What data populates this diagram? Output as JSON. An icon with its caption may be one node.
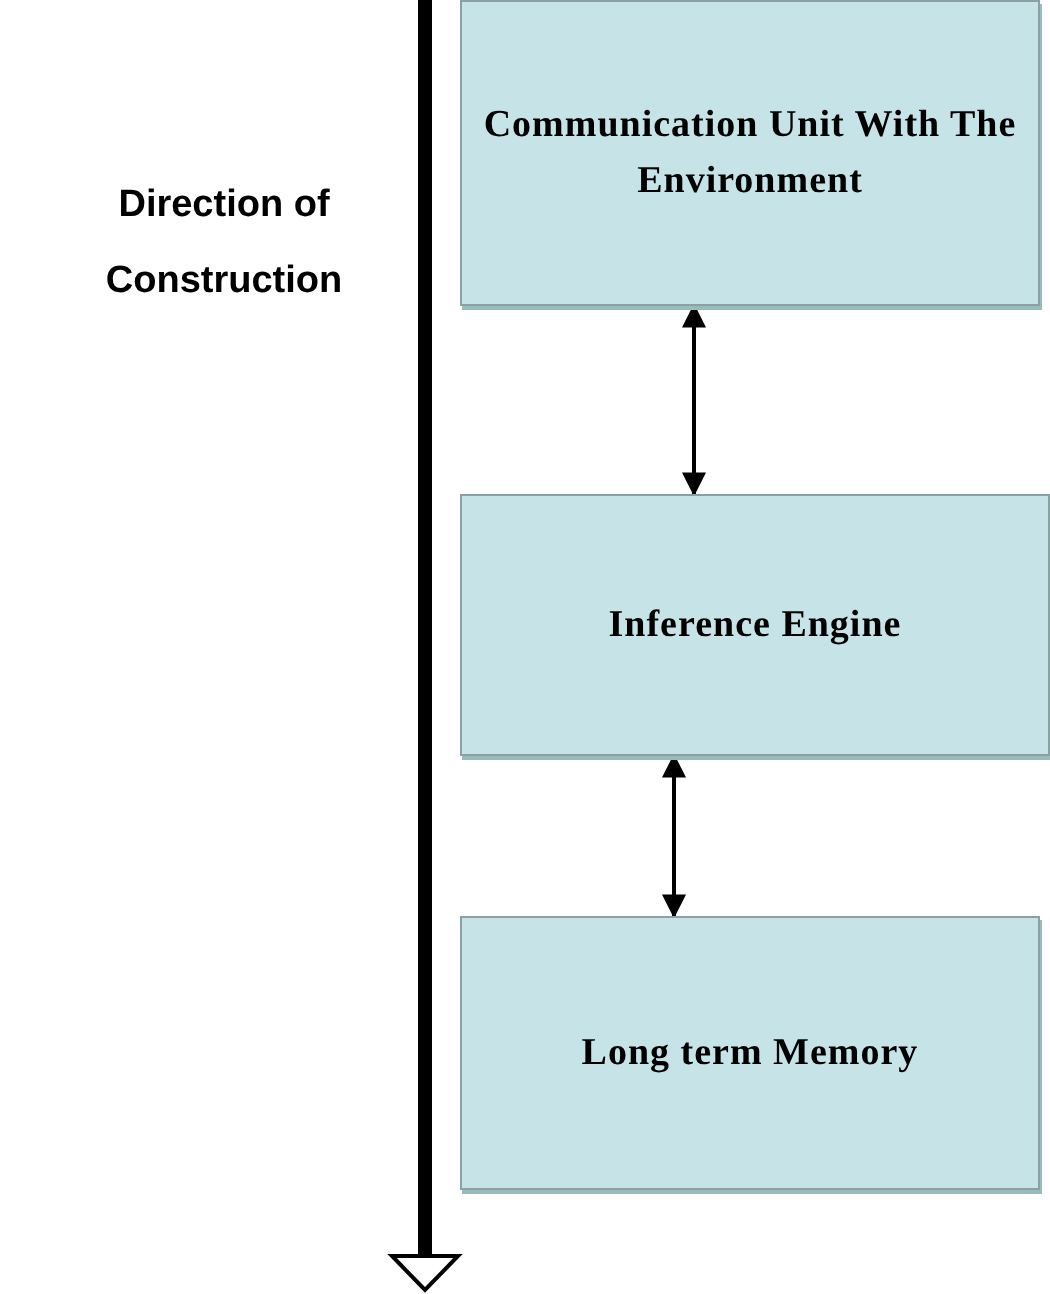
{
  "diagram": {
    "nodes": [
      {
        "text": [
          "Communication Unit With The Environment"
        ]
      },
      {
        "text": [
          "Inference Engine"
        ]
      },
      {
        "text": [
          "Long term Memory"
        ]
      }
    ],
    "edges": [
      {
        "from": 0,
        "to": 1,
        "arrow": "both"
      },
      {
        "from": 1,
        "to": 2,
        "arrow": "both"
      }
    ],
    "labels": [
      "Direction of Construction"
    ]
  }
}
